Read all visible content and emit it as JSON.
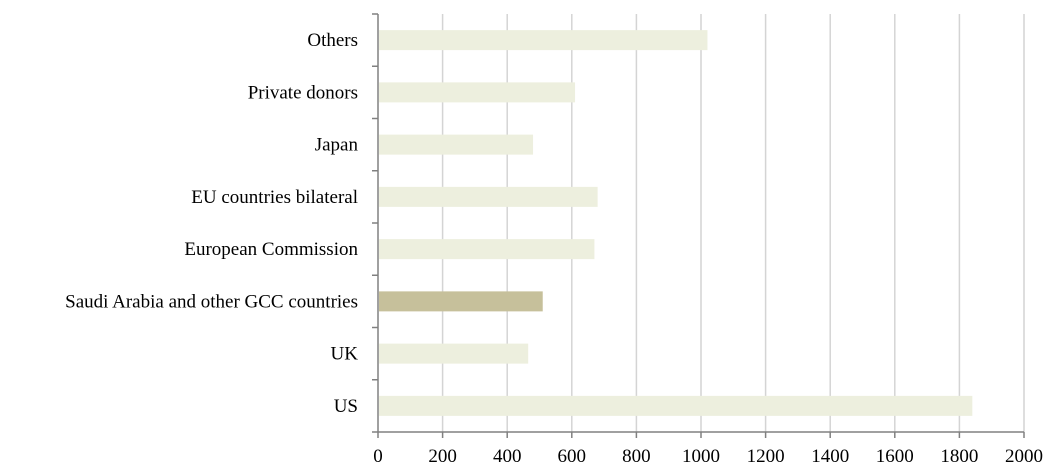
{
  "chart_data": {
    "type": "bar",
    "orientation": "horizontal",
    "categories": [
      "US",
      "UK",
      "Saudi Arabia and other GCC countries",
      "European Commission",
      "EU countries bilateral",
      "Japan",
      "Private donors",
      "Others"
    ],
    "values": [
      1840,
      465,
      510,
      670,
      680,
      480,
      610,
      1020
    ],
    "highlight_category": "Saudi Arabia and other GCC countries",
    "xlim": [
      0,
      2000
    ],
    "x_ticks": [
      0,
      200,
      400,
      600,
      800,
      1000,
      1200,
      1400,
      1600,
      1800,
      2000
    ],
    "grid": "vertical",
    "legend": "none",
    "title": "",
    "xlabel": "",
    "ylabel": ""
  },
  "colors": {
    "bar": "#edefde",
    "highlight_bar": "#c6c09b",
    "grid": "#d4d4d4",
    "axis": "#808080"
  }
}
